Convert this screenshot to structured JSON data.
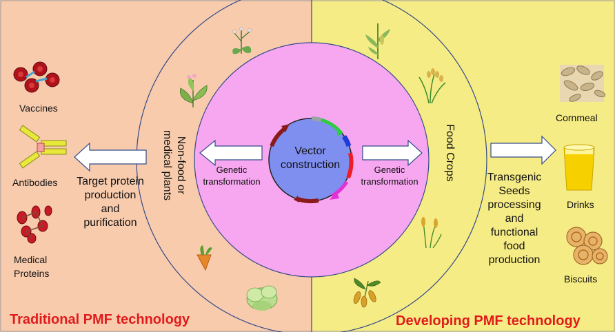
{
  "left_panel": {
    "heading": "Traditional PMF technology",
    "heading_color": "#e01b1b",
    "bg_color": "#f8cbad",
    "products": [
      "Vaccines",
      "Antibodies",
      "Medical",
      "Proteins"
    ],
    "process": [
      "Target protein",
      "production",
      "and",
      "purification"
    ],
    "plant_type": [
      "Non-food or",
      "medical plants"
    ],
    "transform": [
      "Genetic",
      "transformation"
    ]
  },
  "right_panel": {
    "heading": "Developing PMF technology",
    "heading_color": "#e01b1b",
    "bg_color": "#f6ec85",
    "products": [
      "Cornmeal",
      "Drinks",
      "Biscuits"
    ],
    "process": [
      "Transgenic",
      "Seeds",
      "processing",
      "and",
      "functional",
      "food",
      "production"
    ],
    "plant_type": "Food Crops",
    "transform": [
      "Genetic",
      "transformation"
    ]
  },
  "center": {
    "label": [
      "Vector",
      "construction"
    ],
    "ring_color": "#f7a6f0",
    "core_color": "#7f8ff0"
  },
  "icons": {
    "left_ring": [
      "flower-plant-icon",
      "tobacco-plant-icon",
      "carrot-icon",
      "lettuce-icon"
    ],
    "right_ring": [
      "corn-plant-icon",
      "rice-plant-icon",
      "wheat-icon",
      "soybean-icon"
    ],
    "left_products": [
      "virus-icon",
      "antibody-icon",
      "protein-icon"
    ],
    "right_products": [
      "cornmeal-icon",
      "drink-glass-icon",
      "biscuit-icon"
    ]
  }
}
